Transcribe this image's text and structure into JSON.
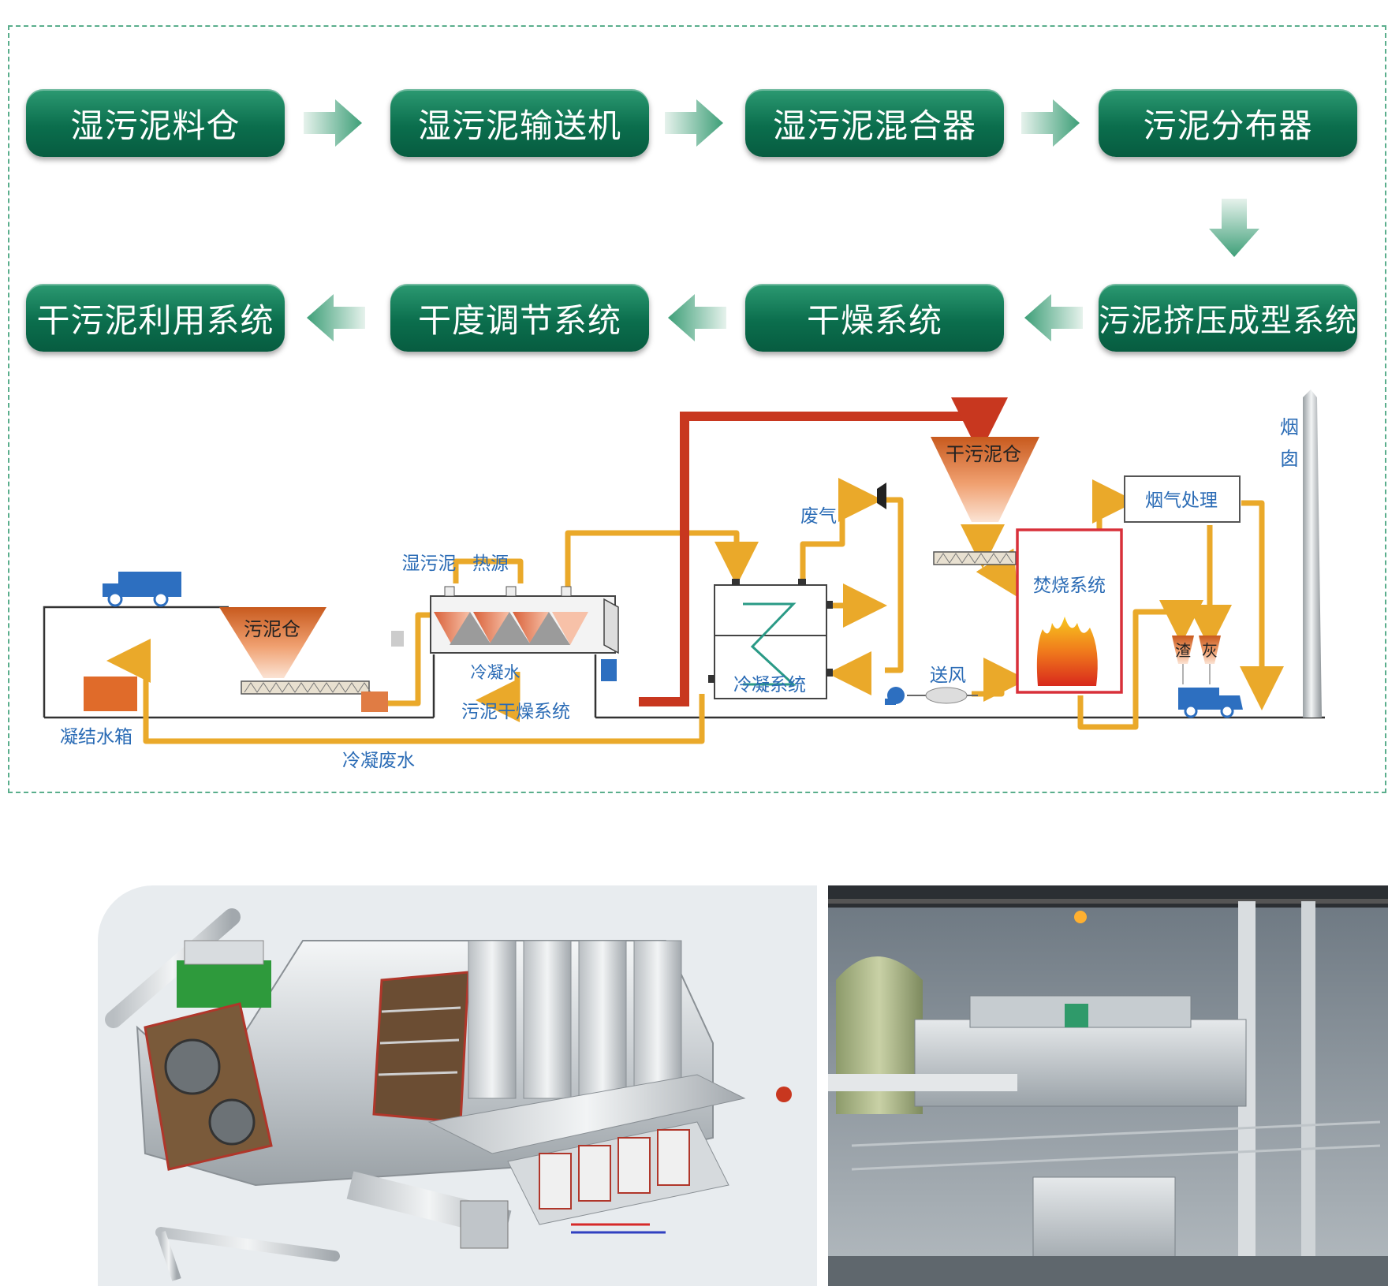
{
  "flow": {
    "row1": [
      "湿污泥料仓",
      "湿污泥输送机",
      "湿污泥混合器",
      "污泥分布器"
    ],
    "row2": [
      "干污泥利用系统",
      "干度调节系统",
      "干燥系统",
      "污泥挤压成型系统"
    ]
  },
  "diagram": {
    "sludge_bin": "污泥仓",
    "condensate_tank": "凝结水箱",
    "wet_sludge": "湿污泥",
    "heat_source": "热源",
    "condensate_water": "冷凝水",
    "drying_system": "污泥干燥系统",
    "condensate_wastewater": "冷凝废水",
    "exhaust_gas": "废气",
    "condenser_system": "冷凝系统",
    "dry_sludge_bin": "干污泥仓",
    "incineration_system": "焚烧系统",
    "air_supply": "送风",
    "flue_gas_treatment": "烟气处理",
    "chimney": [
      "烟",
      "囱"
    ],
    "slag": "渣",
    "ash": "灰"
  },
  "colors": {
    "box_green": "#0b6e4d",
    "arrow_green": "#4aa882",
    "pipe_yellow": "#eaa92a",
    "pipe_red": "#c8371f",
    "label_blue": "#2a6bb5",
    "frame_dash": "#5aae8c"
  }
}
